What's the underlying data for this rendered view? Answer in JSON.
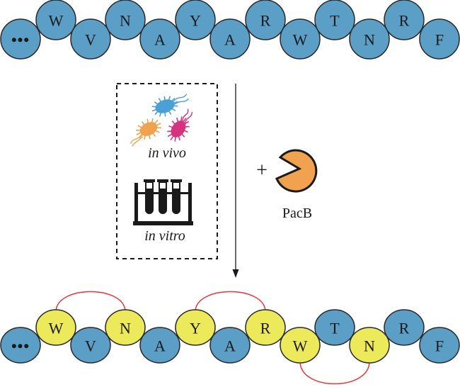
{
  "colors": {
    "residue_default": "#5b9ec6",
    "residue_highlight": "#ece95a",
    "residue_stroke": "#2a2a2a",
    "crosslink": "#e8353a",
    "pacb": "#f0a24f",
    "bug_blue": "#4a9fd4",
    "bug_orange": "#f0a24f",
    "bug_pink": "#d6337f",
    "tube_rack": "#1a1a1a"
  },
  "top_chain": {
    "residues": [
      {
        "label": "•••",
        "highlight": false
      },
      {
        "label": "W",
        "highlight": false
      },
      {
        "label": "V",
        "highlight": false
      },
      {
        "label": "N",
        "highlight": false
      },
      {
        "label": "A",
        "highlight": false
      },
      {
        "label": "Y",
        "highlight": false
      },
      {
        "label": "A",
        "highlight": false
      },
      {
        "label": "R",
        "highlight": false
      },
      {
        "label": "W",
        "highlight": false
      },
      {
        "label": "T",
        "highlight": false
      },
      {
        "label": "N",
        "highlight": false
      },
      {
        "label": "R",
        "highlight": false
      },
      {
        "label": "F",
        "highlight": false
      }
    ]
  },
  "bottom_chain": {
    "residues": [
      {
        "label": "•••",
        "highlight": false
      },
      {
        "label": "W",
        "highlight": true
      },
      {
        "label": "V",
        "highlight": false
      },
      {
        "label": "N",
        "highlight": true
      },
      {
        "label": "A",
        "highlight": false
      },
      {
        "label": "Y",
        "highlight": true
      },
      {
        "label": "A",
        "highlight": false
      },
      {
        "label": "R",
        "highlight": true
      },
      {
        "label": "W",
        "highlight": true
      },
      {
        "label": "T",
        "highlight": false
      },
      {
        "label": "N",
        "highlight": true
      },
      {
        "label": "R",
        "highlight": false
      },
      {
        "label": "F",
        "highlight": false
      }
    ],
    "crosslinks": [
      {
        "from": 1,
        "to": 3,
        "side": "top"
      },
      {
        "from": 5,
        "to": 7,
        "side": "top"
      },
      {
        "from": 8,
        "to": 10,
        "side": "bottom"
      }
    ]
  },
  "conditions": {
    "in_vivo_label": "in vivo",
    "in_vitro_label": "in vitro"
  },
  "enzyme": {
    "plus": "+",
    "name": "PacB"
  }
}
